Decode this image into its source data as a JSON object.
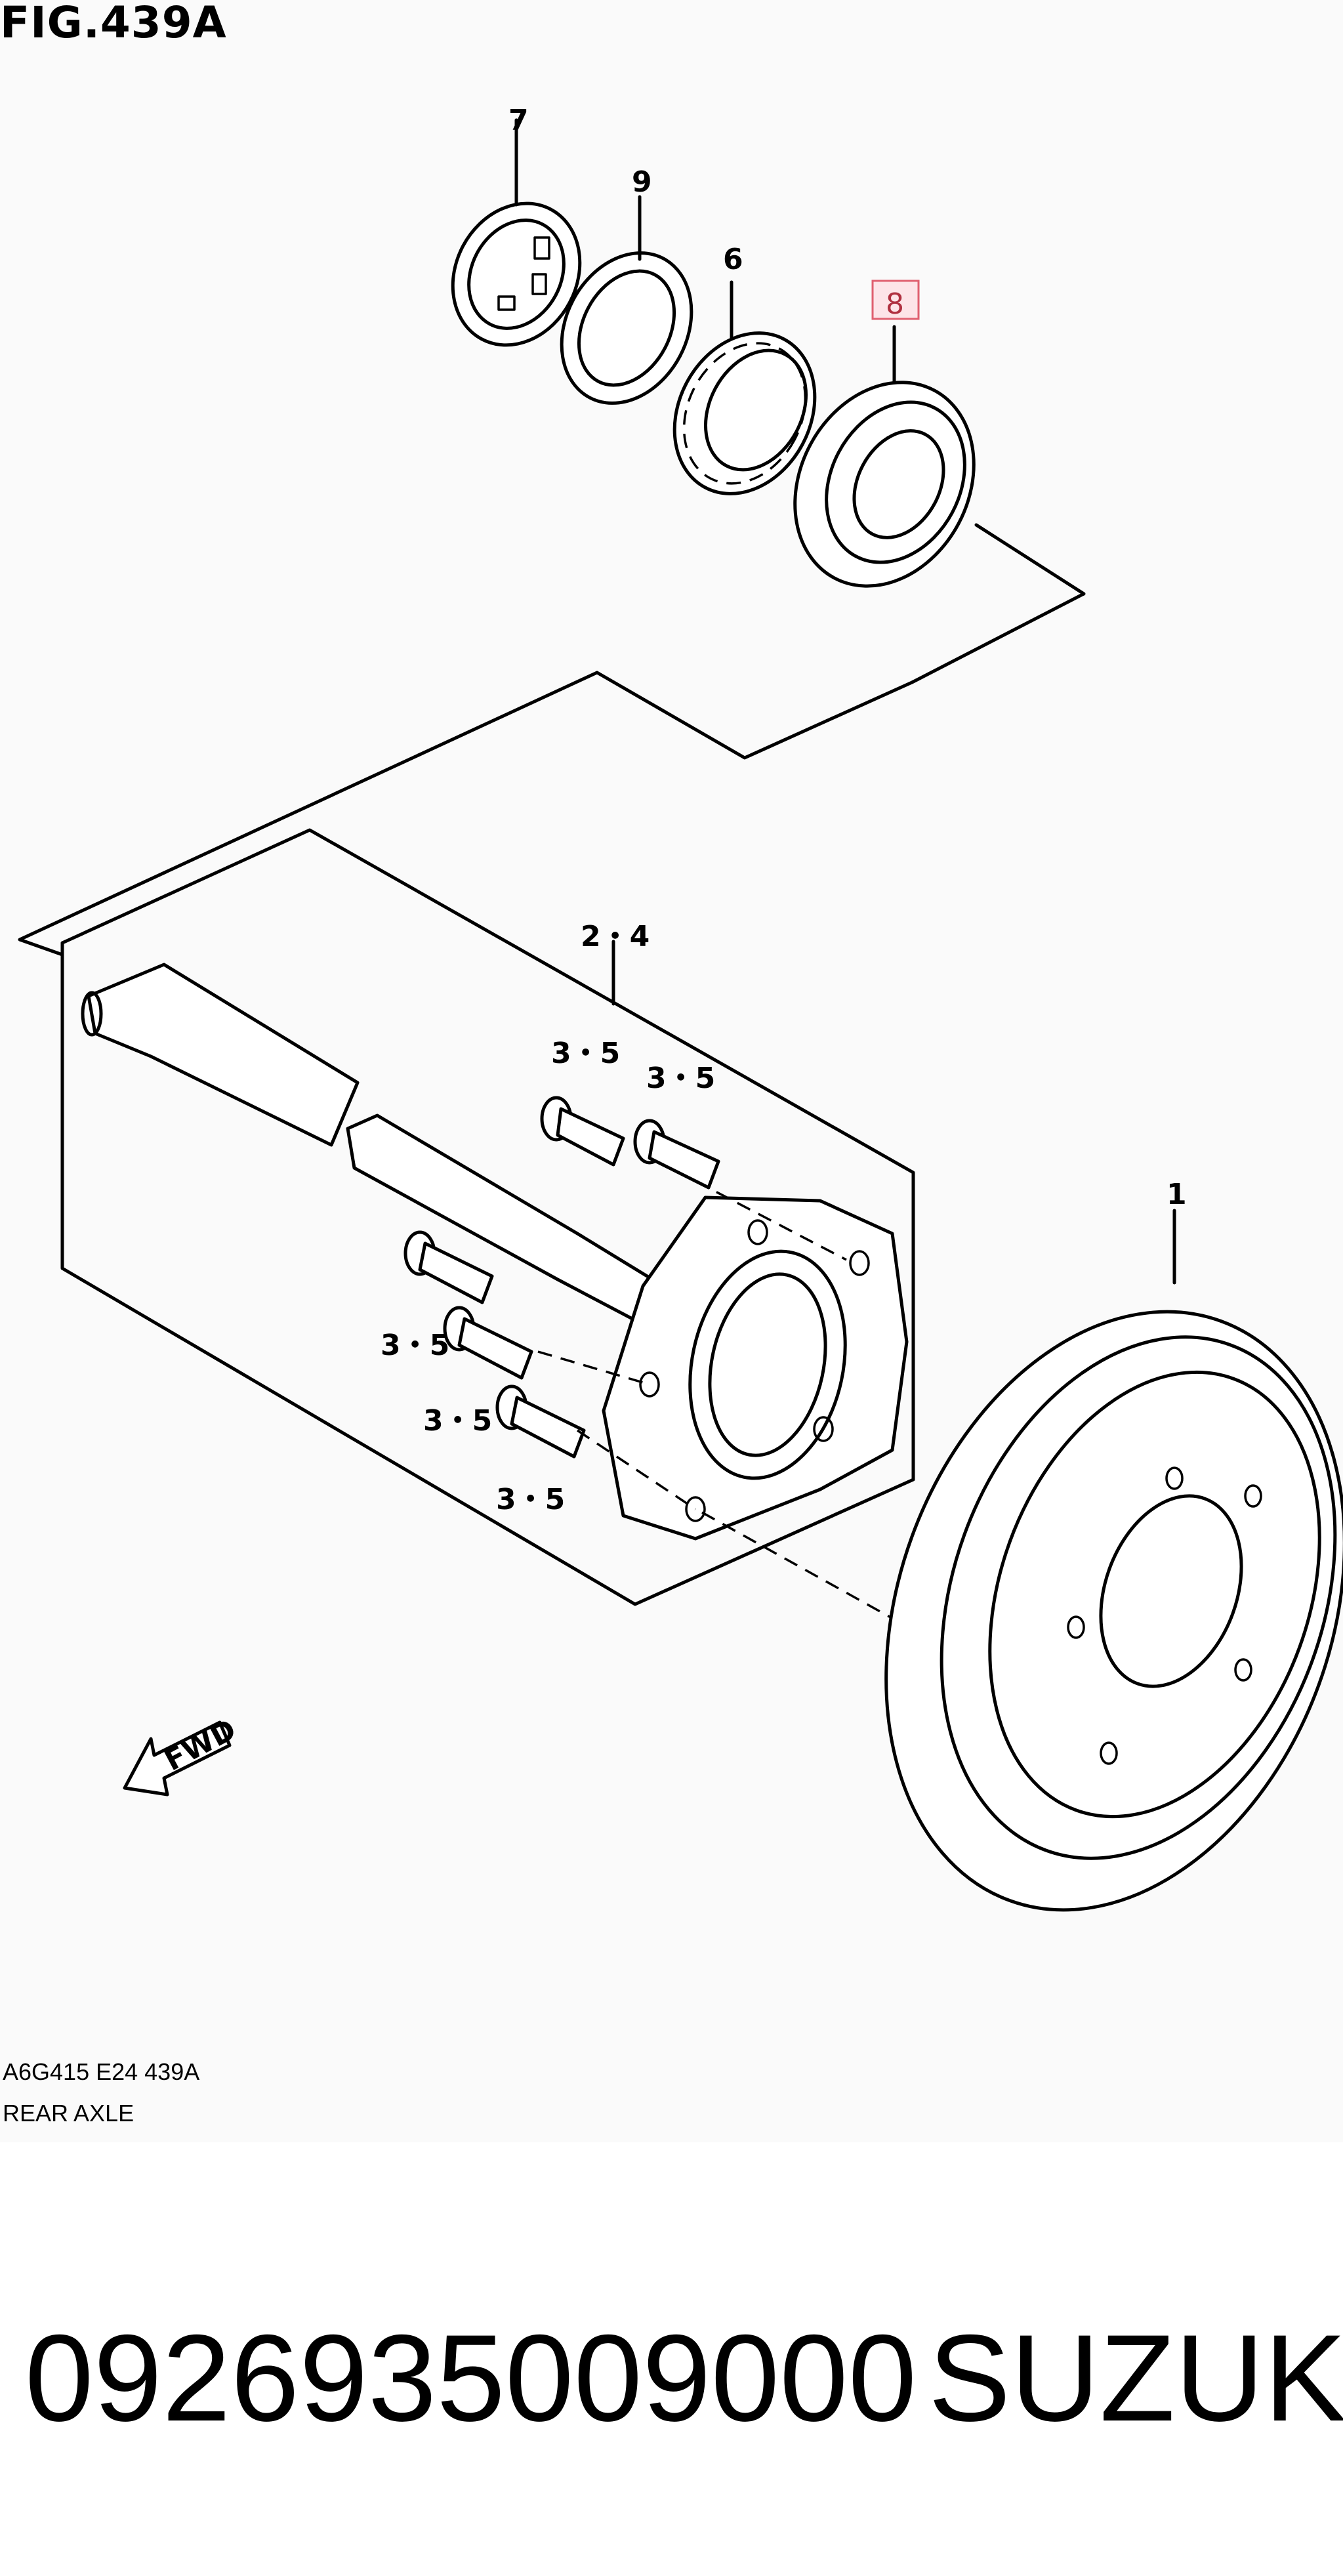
{
  "figure": {
    "title": "FIG.439A",
    "code": "A6G415 E24 439A",
    "name": "REAR AXLE",
    "direction_label": "FWD"
  },
  "callouts": {
    "c7": "7",
    "c9": "9",
    "c6": "6",
    "c8": "8",
    "c24": "2・4",
    "c35a": "3・5",
    "c35b": "3・5",
    "c35c": "3・5",
    "c35d": "3・5",
    "c35e": "3・5",
    "c1": "1"
  },
  "highlight": {
    "part": "8",
    "color": "#e06070",
    "fill": "#fde4e8"
  },
  "footer": {
    "part_number": "0926935009000",
    "brand": "SUZUKI"
  }
}
